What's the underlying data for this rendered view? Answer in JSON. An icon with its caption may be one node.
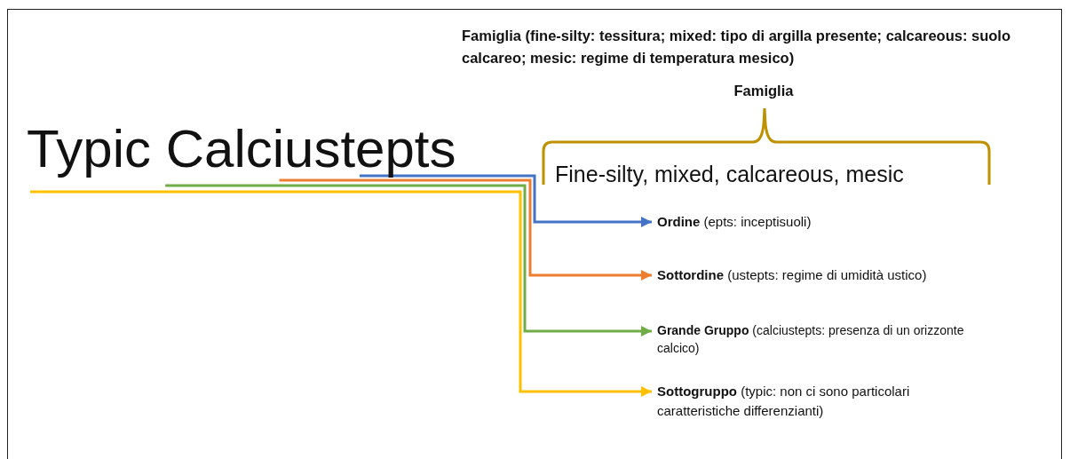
{
  "diagram": {
    "nodes": [
      {
        "text": [
          "Typic Calciustepts"
        ]
      },
      {
        "text": [
          "**Ordine** (epts: inceptisuoli)"
        ]
      },
      {
        "text": [
          "**Sottordine** (ustepts: regime di umidità ustico)"
        ]
      },
      {
        "text": [
          "**Grande Gruppo** (calciustepts: presenza di un orizzonte calcico)"
        ]
      },
      {
        "text": [
          "**Sottogruppo** (typic: non ci sono particolari caratteristiche differenzianti)"
        ]
      }
    ],
    "edges": [
      {
        "from": 0,
        "to": 1,
        "arrow": "to",
        "color": "#4472c4"
      },
      {
        "from": 0,
        "to": 2,
        "arrow": "to",
        "color": "#ed7d31"
      },
      {
        "from": 0,
        "to": 3,
        "arrow": "to",
        "color": "#70ad47"
      },
      {
        "from": 0,
        "to": 4,
        "arrow": "to",
        "color": "#ffc000"
      }
    ],
    "labels": [
      "Famiglia (fine-silty: tessitura; mixed: tipo di argilla presente; calcareous: suolo calcareo; mesic: regime di temperatura mesico)",
      "Famiglia",
      "Fine-silty, mixed, calcareous, mesic"
    ]
  }
}
